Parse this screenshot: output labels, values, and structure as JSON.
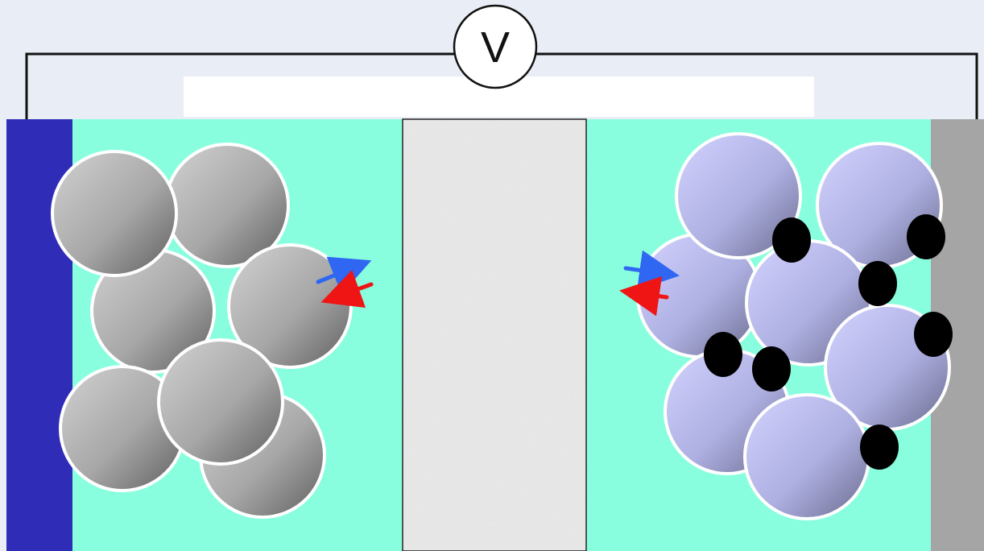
{
  "voltmeter": {
    "label": "V"
  },
  "colors": {
    "background": "#e9edf5",
    "electrolyte": "#88fede",
    "anode_current_collector": "#2f2db8",
    "cathode_current_collector": "#a5a5a5",
    "separator": "#ececec",
    "anode_particle": "#8a8a8a",
    "cathode_particle": "#aaaadf",
    "conductive_additive": "#000000",
    "wire": "#111111",
    "forward_arrow": "#2f66f2",
    "reverse_arrow": "#ef1515"
  },
  "components": {
    "left_electrode": "anode",
    "right_electrode": "cathode",
    "middle": "separator",
    "top_connection": "voltmeter-circuit"
  },
  "icons": {
    "voltmeter": "voltmeter-icon",
    "arrow_blue": "arrow-right-icon",
    "arrow_red": "arrow-left-icon"
  }
}
